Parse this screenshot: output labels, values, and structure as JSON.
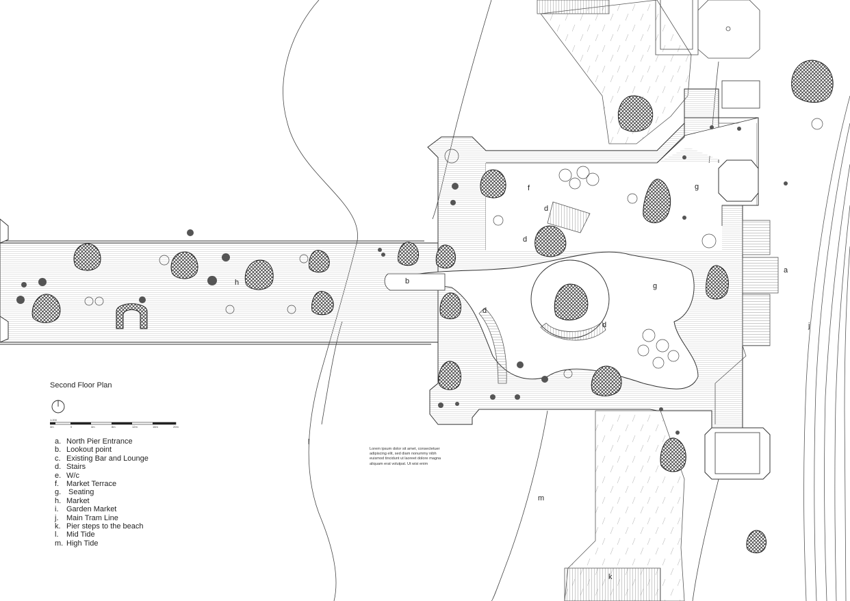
{
  "drawing": {
    "title": "Second Floor Plan",
    "scale": {
      "ratio": "1:200",
      "ticks": [
        "4m",
        "0",
        "4m",
        "8m",
        "12m",
        "16m",
        "20m"
      ]
    },
    "legend": [
      {
        "key": "a.",
        "text": "North Pier Entrance"
      },
      {
        "key": "b.",
        "text": "Lookout point"
      },
      {
        "key": "c.",
        "text": "Existing Bar and Lounge"
      },
      {
        "key": "d.",
        "text": "Stairs"
      },
      {
        "key": "e.",
        "text": "W/c"
      },
      {
        "key": "f.",
        "text": "Market Terrace"
      },
      {
        "key": "g.",
        "text": " Seating"
      },
      {
        "key": "h.",
        "text": "Market"
      },
      {
        "key": "i.",
        "text": "Garden Market"
      },
      {
        "key": "j.",
        "text": "Main Tram Line"
      },
      {
        "key": "k.",
        "text": "Pier steps to the beach"
      },
      {
        "key": "l.",
        "text": "Mid Tide"
      },
      {
        "key": "m.",
        "text": "High Tide"
      }
    ],
    "note": "Lorem ipsum dolor sit amet, consectetuer adipiscing elit, sed diam nonummy nibh euismod tincidunt ut laoreet dolore magna aliquam erat volutpat. Ut wisi enim",
    "plan_labels": {
      "a": "a",
      "b": "b",
      "d": "d",
      "f": "f",
      "g": "g",
      "h": "h",
      "j": "j",
      "k": "k",
      "l": "l",
      "m": "m"
    }
  }
}
